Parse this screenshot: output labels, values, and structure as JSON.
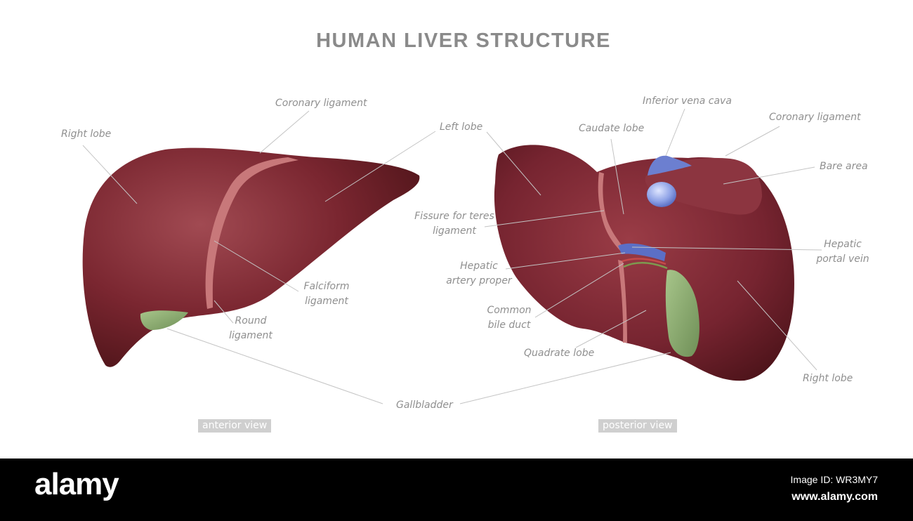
{
  "title": "HUMAN LIVER STRUCTURE",
  "anterior": {
    "view_label": "anterior view",
    "labels": {
      "coronary_ligament": "Coronary ligament",
      "right_lobe": "Right lobe",
      "left_lobe": "Left lobe",
      "falciform_ligament_1": "Falciform",
      "falciform_ligament_2": "ligament",
      "round_ligament_1": "Round",
      "round_ligament_2": "ligament"
    }
  },
  "shared": {
    "gallbladder": "Gallbladder"
  },
  "posterior": {
    "view_label": "posterior view",
    "labels": {
      "inferior_vena_cava": "Inferior vena cava",
      "caudate_lobe": "Caudate lobe",
      "coronary_ligament": "Coronary ligament",
      "bare_area": "Bare area",
      "fissure_1": "Fissure for teres",
      "fissure_2": "ligament",
      "hepatic_portal_vein_1": "Hepatic",
      "hepatic_portal_vein_2": "portal vein",
      "hepatic_artery_1": "Hepatic",
      "hepatic_artery_2": "artery proper",
      "common_bile_duct_1": "Common",
      "common_bile_duct_2": "bile duct",
      "quadrate_lobe": "Quadrate lobe",
      "right_lobe": "Right lobe"
    }
  },
  "footer": {
    "brand": "alamy",
    "image_id": "Image ID: WR3MY7",
    "site": "www.alamy.com"
  },
  "colors": {
    "liver": "#7a2630",
    "ligament": "#c8787a",
    "gallbladder": "#8eaf72",
    "vein": "#6c7fd0",
    "label_text": "#8f8f8f",
    "leader_line": "#c4c4c4"
  }
}
